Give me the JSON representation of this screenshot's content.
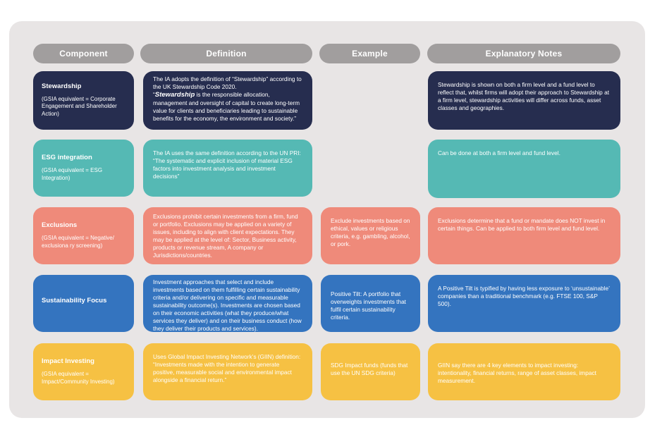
{
  "headers": {
    "component": "Component",
    "definition": "Definition",
    "example": "Example",
    "notes": "Explanatory Notes"
  },
  "rows": [
    {
      "title": "Stewardship",
      "sub": "(GSIA equivalent = Corporate Engagement and Shareholder Action)",
      "definition_intro": "The IA adopts the definition of “Stewardship” according to the UK Stewardship Code 2020.",
      "definition_quote_open": "“",
      "definition_keyword": "Stewardship",
      "definition_rest": " is the responsible allocation, management and oversight of capital to create long-term value for clients and beneficiaries leading to sustainable benefits for the economy, the environment and society.”",
      "example": "",
      "notes": "Stewardship is shown on both a firm level and a fund level to reflect that, whilst firms will adopt their approach to Stewardship at a firm level, stewardship activities will differ across funds, asset classes and geographies."
    },
    {
      "title": "ESG integration",
      "sub": "(GSIA equivalent = ESG Integration)",
      "definition": "The IA uses the same definition according to the UN PRI: “The systematic and explicit inclusion of material ESG factors into investment analysis and investment decisions”",
      "example": "",
      "notes": "Can be done at both a firm level and fund level."
    },
    {
      "title": "Exclusions",
      "sub": "(GSIA equivalent = Negative/ exclusiona ry screening)",
      "definition": "Exclusions prohibit certain investments from a firm, fund or portfolio. Exclusions may be applied on a variety of issues, including to align with client expectations. They may be applied at the level of: Sector, Business activity, products or revenue stream, A company or Jurisdictions/countries.",
      "example": "Exclude investments based on ethical, values or religious criteria, e.g. gambling, alcohol, or pork.",
      "notes": "Exclusions determine that a fund or mandate does NOT invest in certain things. Can be applied to both firm level and fund level."
    },
    {
      "title": "Sustainability Focus",
      "sub": "",
      "definition": "Investment approaches that select and include investments based on them fulfilling certain sustainability criteria and/or delivering on specific and measurable sustainability outcome(s). Investments are chosen based on their economic activities (what they produce/what services they deliver) and on their business conduct (how they deliver their products and services).",
      "example": "Positive Tilt: A portfolio that overweights investments that fulfil certain sustainability criteria.",
      "notes": "A Positive Tilt is typified by having less exposure to ‘unsustainable’ companies than a traditional benchmark (e.g. FTSE 100, S&P 500)."
    },
    {
      "title": "Impact Investing",
      "sub": "(GSIA equivalent = Impact/Community Investing)",
      "definition": "Uses Global Impact Investing Network’s (GIIN) definition: “Investments made with the intention to generate positive, measurable social and environmental impact alongside a financial return.”",
      "example": "SDG Impact funds (funds that use the UN SDG criteria)",
      "notes": "GIIN say there are 4 key elements to impact investing: intentionality, financial returns, range of asset classes, impact measurement."
    }
  ],
  "colors": {
    "panel": "#e8e5e5",
    "header": "#a19e9e",
    "stewardship": "#262d4f",
    "esg": "#55b9b4",
    "exclusions": "#ef8a7a",
    "sustainability": "#3474bf",
    "impact": "#f6c143"
  }
}
